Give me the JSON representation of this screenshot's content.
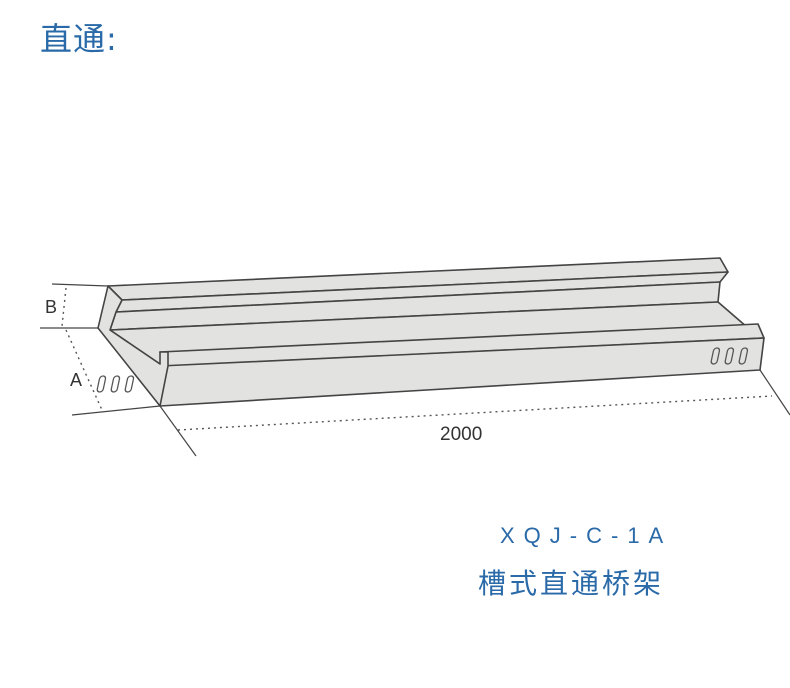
{
  "header": {
    "title": "直通:"
  },
  "diagram": {
    "subject": "slot-type straight cable tray",
    "dimension_labels": {
      "height": "B",
      "width": "A",
      "length": "2000"
    },
    "colors": {
      "fill": "#e2e2e0",
      "stroke": "#444444",
      "text_accent": "#2a6aa8"
    }
  },
  "caption": {
    "model": "XQJ-C-1A",
    "name": "槽式直通桥架"
  }
}
